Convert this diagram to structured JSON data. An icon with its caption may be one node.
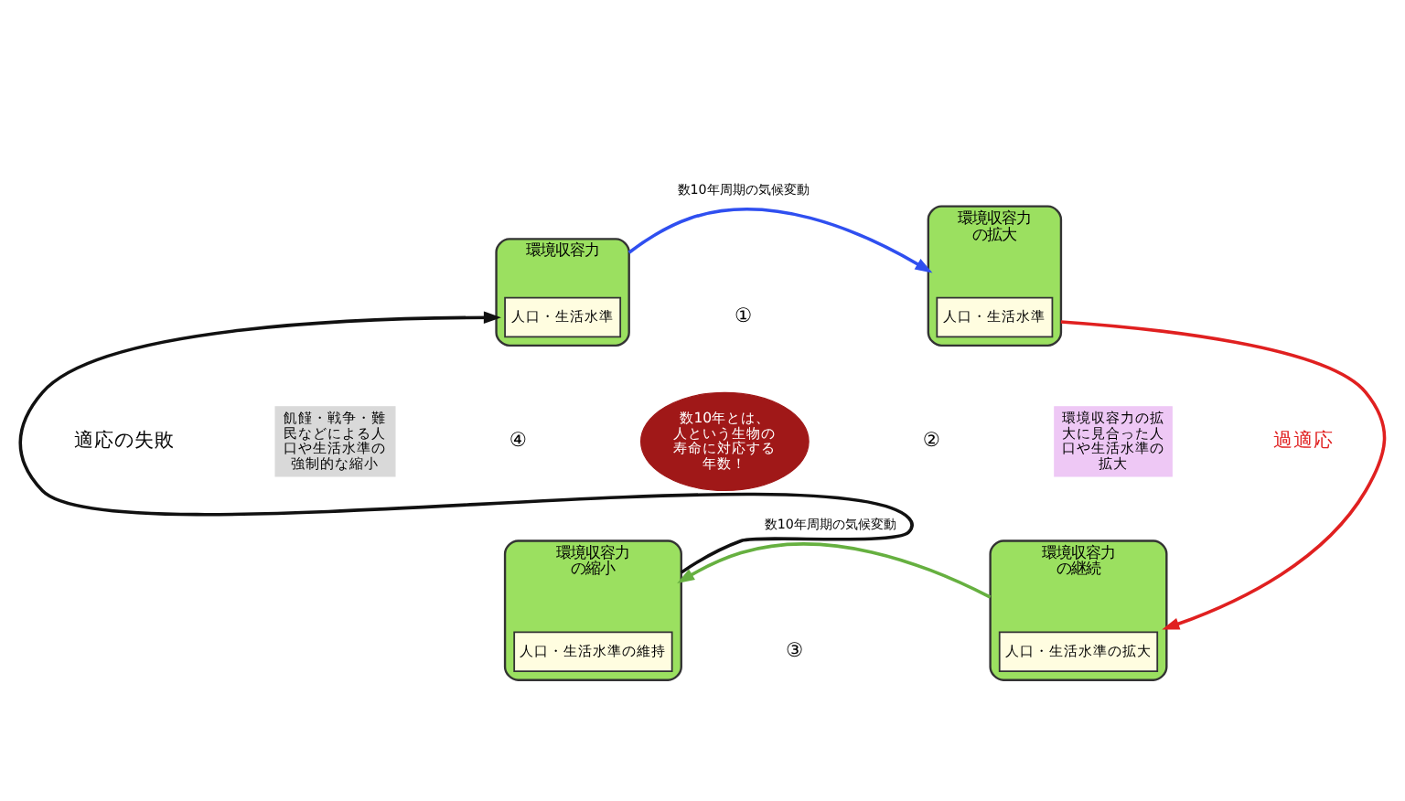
{
  "diagram": {
    "nodes": [
      {
        "text": [
          "環境収容力"
        ]
      },
      {
        "text": [
          "人口・生活水準"
        ],
        "in": 0
      },
      {
        "text": [
          "環境収容力",
          "の拡大"
        ]
      },
      {
        "text": [
          "人口・生活水準"
        ],
        "in": 2
      },
      {
        "text": [
          "環境収容力",
          "の継続"
        ]
      },
      {
        "text": [
          "人口・生活水準の拡大"
        ],
        "in": 4
      },
      {
        "text": [
          "環境収容力",
          "の縮小"
        ]
      },
      {
        "text": [
          "人口・生活水準の維持"
        ],
        "in": 6
      },
      {
        "text": [
          "数10年とは、人という生物の寿命に対応する年数！"
        ]
      },
      {
        "text": [
          "環境収容力の拡大に見合った人口や生活水準の拡大"
        ]
      },
      {
        "text": [
          "飢饉・戦争・難民などによる人口や生活水準の強制的な縮小"
        ]
      }
    ],
    "edges": [
      {
        "from": 1,
        "to": 3,
        "arrow": "to",
        "label": "数10年周期の気候変動",
        "color": "#2f4ff0"
      },
      {
        "from": 3,
        "to": 5,
        "arrow": "to",
        "color": "#e02020"
      },
      {
        "from": 5,
        "to": 7,
        "arrow": "to",
        "label": "数10年周期の気候変動",
        "color": "#66b040"
      },
      {
        "from": 7,
        "to": 1,
        "arrow": "to",
        "color": "#111111"
      }
    ],
    "labels": [
      "①",
      "②",
      "③",
      "④",
      "適応の失敗",
      "過適応"
    ]
  }
}
